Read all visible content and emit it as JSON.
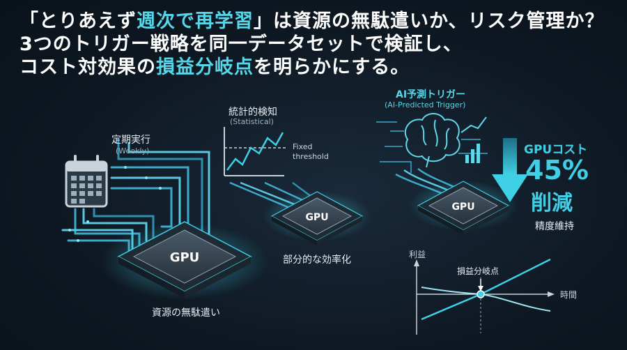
{
  "headline": {
    "line1_pre": "「とりあえず",
    "line1_accent": "週次で再学習",
    "line1_post": "」は資源の無駄遣いか、リスク管理か？",
    "line2": "3つのトリガー戦略を同一データセットで検証し、",
    "line3_pre": "コスト対効果の",
    "line3_accent": "損益分岐点",
    "line3_post": "を明らかにする。"
  },
  "weekly": {
    "title": "定期実行",
    "subtitle": "(Weekly)",
    "chip_label": "GPU",
    "result": "資源の無駄遣い"
  },
  "statistical": {
    "title": "統計的検知",
    "subtitle": "(Statistical)",
    "threshold_label_1": "Fixed",
    "threshold_label_2": "threshold",
    "chip_label": "GPU",
    "result": "部分的な効率化"
  },
  "ai": {
    "title": "AI予測トリガー",
    "subtitle": "(AI-Predicted Trigger)",
    "chip_label": "GPU",
    "cost_label": "GPUコスト",
    "cost_value": "45%",
    "cost_unit": "削減",
    "result": "精度維持"
  },
  "breakeven": {
    "y_label": "利益",
    "x_label": "時間",
    "point_label": "損益分岐点"
  },
  "colors": {
    "accent": "#56d6e8",
    "cyan": "#3fd0e6",
    "background": "#0e1822"
  }
}
